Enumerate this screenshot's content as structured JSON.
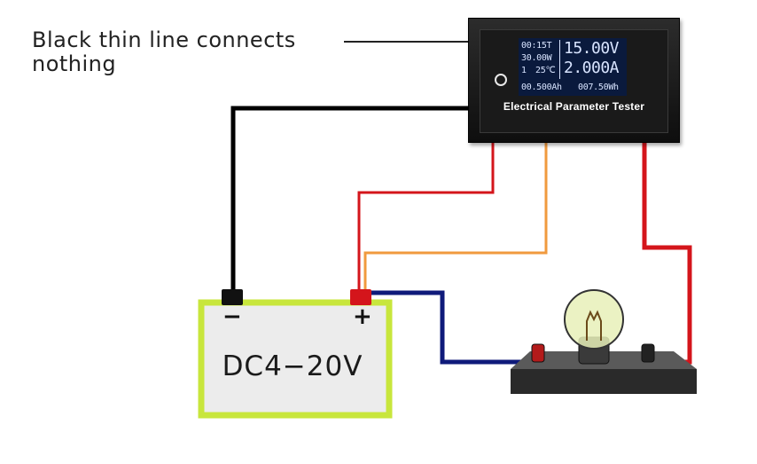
{
  "annotation": {
    "line1": "Black thin line connects",
    "line2": "nothing"
  },
  "meter": {
    "title": "Electrical Parameter Tester",
    "time": "00:15T",
    "power": "30.00W",
    "group": "1",
    "temperature": "25℃",
    "capacity": "00.500Ah",
    "energy": "007.50Wh",
    "voltage": "15.00V",
    "current": "2.000A"
  },
  "battery": {
    "label": "DC4−20V",
    "negative_sign": "−",
    "positive_sign": "+"
  },
  "colors": {
    "battery_border": "#c8e63c",
    "battery_fill": "#ececec",
    "red_wire": "#d4151b",
    "orange_wire": "#f09a3e",
    "blue_wire": "#0f1a7a",
    "black_wire": "#000000",
    "screen_bg": "#0a1a3d",
    "screen_text": "#d8e4ff"
  }
}
